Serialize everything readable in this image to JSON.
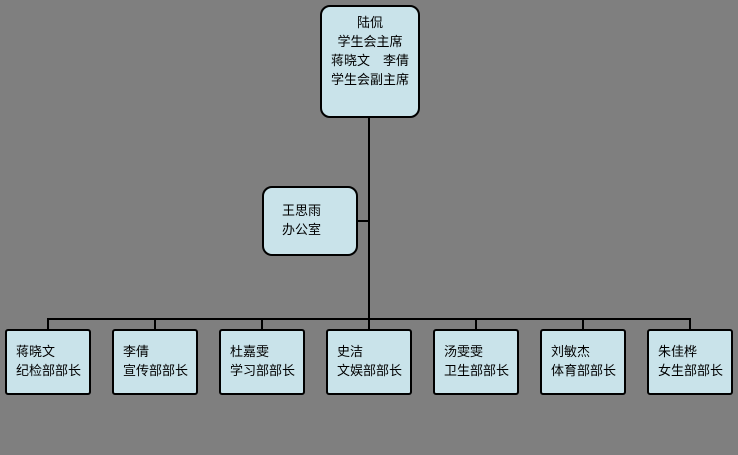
{
  "colors": {
    "background": "#7f7f7f",
    "node_fill": "#c9e3ea",
    "node_border": "#000000",
    "connector": "#000000",
    "text": "#000000"
  },
  "org": {
    "root": {
      "lines": [
        "陆侃",
        "学生会主席",
        "蒋晓文　李倩",
        "学生会副主席"
      ]
    },
    "assistant": {
      "name": "王思雨",
      "dept": "办公室"
    },
    "leaves": [
      {
        "name": "蒋晓文",
        "title": "纪检部部长"
      },
      {
        "name": "李倩",
        "title": "宣传部部长"
      },
      {
        "name": "杜嘉雯",
        "title": "学习部部长"
      },
      {
        "name": "史洁",
        "title": "文娱部部长"
      },
      {
        "name": "汤雯雯",
        "title": "卫生部部长"
      },
      {
        "name": "刘敏杰",
        "title": "体育部部长"
      },
      {
        "name": "朱佳桦",
        "title": "女生部部长"
      }
    ]
  }
}
